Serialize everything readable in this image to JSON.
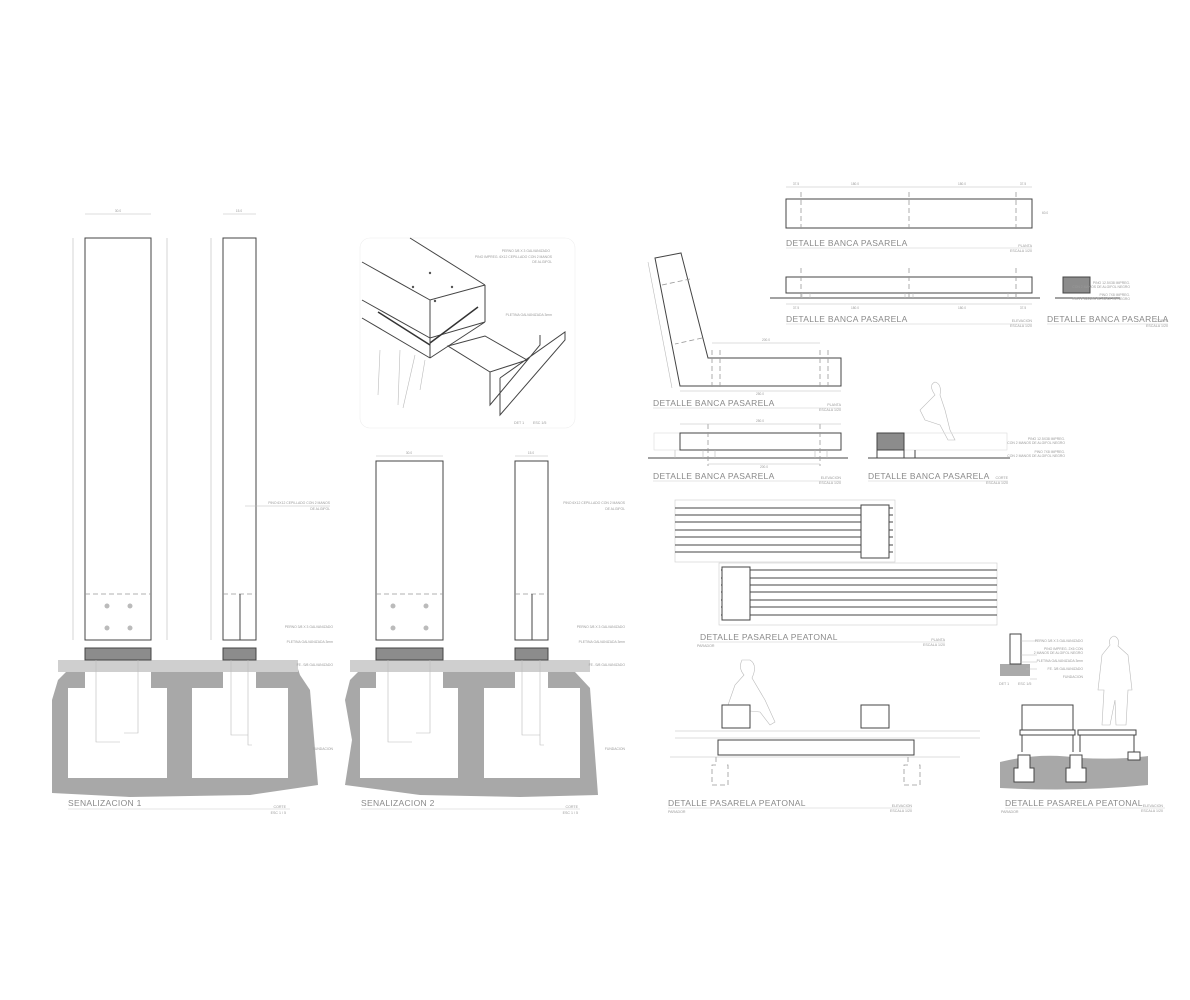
{
  "senalizacion_1": {
    "title": "SENALIZACION 1",
    "view": "CORTE",
    "scale": "ESC  1 / 5",
    "dim_front_width": "30.0",
    "dim_side_width": "15.0",
    "notes": {
      "wood": [
        "PINO 6X12 CEPILLADO CON 2 MANOS",
        "DE ALGIFOL"
      ],
      "bolt": "PERNO 3/8 X 3 GALVANIZADO",
      "plate": "PLETINA GALVANIZADA 3mm",
      "rebar": "FE. /3/8  GALVANIZADO",
      "foundation": "FUNDACION"
    }
  },
  "senalizacion_2": {
    "title": "SENALIZACION 2",
    "view": "CORTE",
    "scale": "ESC  1 / 5",
    "dim_front_width": "30.0",
    "dim_side_width": "15.0",
    "notes": {
      "wood": [
        "PINO 6X12 CEPILLADO CON 2 MANOS",
        "DE ALGIFOL"
      ],
      "bolt": "PERNO 3/8 X 3 GALVANIZADO",
      "plate": "PLETINA GALVANIZADA 3mm",
      "rebar": "FE. /3/8  GALVANIZADO",
      "foundation": "FUNDACION"
    }
  },
  "det1_iso": {
    "label": "DET 1",
    "scale": "ESC 1/5",
    "notes": {
      "bolt": "PERNO 3/8 X 3 GALVANIZADO",
      "wood": [
        "PINO IMPREG. 6X12 CEPILLADO CON 2 MANOS",
        "DE ALGIFOL"
      ],
      "plate": "PLETINA GALVANIZADA 3mm"
    }
  },
  "banca_planta": {
    "title": "DETALLE BANCA PASARELA",
    "view": "PLANTA",
    "scale": "ESCALA  1/20",
    "dims": [
      "37.5",
      "180.0",
      "180.0",
      "37.5"
    ],
    "dim_depth": "60.0"
  },
  "banca_elevacion": {
    "title": "DETALLE BANCA PASARELA",
    "view": "ELEVACION",
    "scale": "ESCALA  1/20",
    "dims": [
      "37.5",
      "180.0",
      "180.0",
      "37.5"
    ]
  },
  "banca_corte": {
    "title": "DETALLE BANCA PASARELA",
    "view": "CORTE",
    "scale": "ESCALA  1/20",
    "notes": {
      "seat": [
        "PINO 12.5X38 IMPREG.",
        "CON 2 MANOS DE ALGIFOL NEGRO"
      ],
      "leg": [
        "PINO 7X8 IMPREG.",
        "CON 2 MANOS DE ALGIFOL NEGRO"
      ]
    }
  },
  "banca_l_planta": {
    "title": "DETALLE BANCA PASARELA",
    "view": "PLANTA",
    "scale": "ESCALA  1/20",
    "dim_top": "200.0",
    "dim_bottom": "250.0"
  },
  "banca_l_elevacion": {
    "title": "DETALLE BANCA PASARELA",
    "view": "ELEVACION",
    "scale": "ESCALA  1/20",
    "dim_top": "250.0",
    "dim_bottom": "200.0"
  },
  "banca_l_corte": {
    "title": "DETALLE BANCA PASARELA",
    "view": "CORTE",
    "scale": "ESCALA  1/20",
    "notes": {
      "seat": [
        "PINO 12.5X38 IMPREG.",
        "CON 2 MANOS DE ALGIFOL NEGRO"
      ],
      "leg": [
        "PINO 7X8 IMPREG.",
        "CON 2 MANOS DE ALGIFOL NEGRO"
      ]
    }
  },
  "pasarela_planta": {
    "title": "DETALLE PASARELA PEATONAL",
    "subtitle": "PARADOR",
    "view": "PLANTA",
    "scale": "ESCALA  1/20"
  },
  "pasarela_elevacion": {
    "title": "DETALLE PASARELA PEATONAL",
    "subtitle": "PARADOR",
    "view": "ELEVACION",
    "scale": "ESCALA  1/20"
  },
  "pasarela_elevacion_2": {
    "title": "DETALLE PASARELA PEATONAL",
    "subtitle": "PARADOR",
    "view": "ELEVACION",
    "scale": "ESCALA  1/20",
    "det_label": "DET 1",
    "det_scale": "ESC 1/5",
    "notes": {
      "bolt": "PERNO 3/8 X 3 GALVANIZADO",
      "wood": [
        "PINO IMPREG. 2X6 CON",
        "2 MANOS DE ALGIFOL NEGRO"
      ],
      "plate": "PLETINA GALVANIZADA 3mm",
      "rebar": "FE. 3/8 GALVANIZADO",
      "foundation": "FUNDACION"
    }
  }
}
